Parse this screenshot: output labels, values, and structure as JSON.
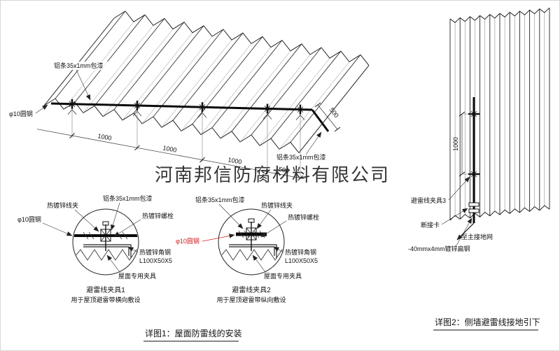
{
  "watermark": "河南邦信防腐材料有限公司",
  "roof": {
    "alum_strip_label_top": "铝条35x1mm包漆",
    "alum_strip_label_right": "铝条35x1mm包漆",
    "round_steel_label": "φ10圆钢",
    "dim_1": "1000",
    "dim_2": "1000",
    "dim_3": "1000",
    "dim_4": "500",
    "dim_right": "500"
  },
  "clamp1": {
    "wire_clip": "热镀锌线夹",
    "alum_strip": "铝条35x1mm包漆",
    "bolt": "热镀锌螺栓",
    "round_steel": "φ10圆钢",
    "angle_steel_1": "热镀锌角钢",
    "angle_steel_2": "L100X50X5",
    "roof_clamp": "屋面专用夹具",
    "title": "避雷线夹具1",
    "subtitle": "用于屋顶避雷带横向敷设"
  },
  "clamp2": {
    "alum_strip": "铝条35x1mm包漆",
    "wire_clip": "热镀锌线夹",
    "bolt": "热镀锌螺栓",
    "round_steel": "φ10圆钢",
    "angle_steel_1": "热镀锌角钢",
    "angle_steel_2": "L100X50X5",
    "roof_clamp": "屋面专用夹具",
    "title": "避雷线夹具2",
    "subtitle": "用于屋顶避雷带纵向敷设"
  },
  "wall": {
    "dim": "1000",
    "clamp3": "避雷线夹具3",
    "disconnect": "断接卡",
    "to_ground": "至主接地网",
    "flat_steel": "-40mmx4mm镀锌扁钢"
  },
  "captions": {
    "detail1": "详图1：屋面防雷线的安装",
    "detail2": "详图2：侧墙避雷线接地引下"
  }
}
